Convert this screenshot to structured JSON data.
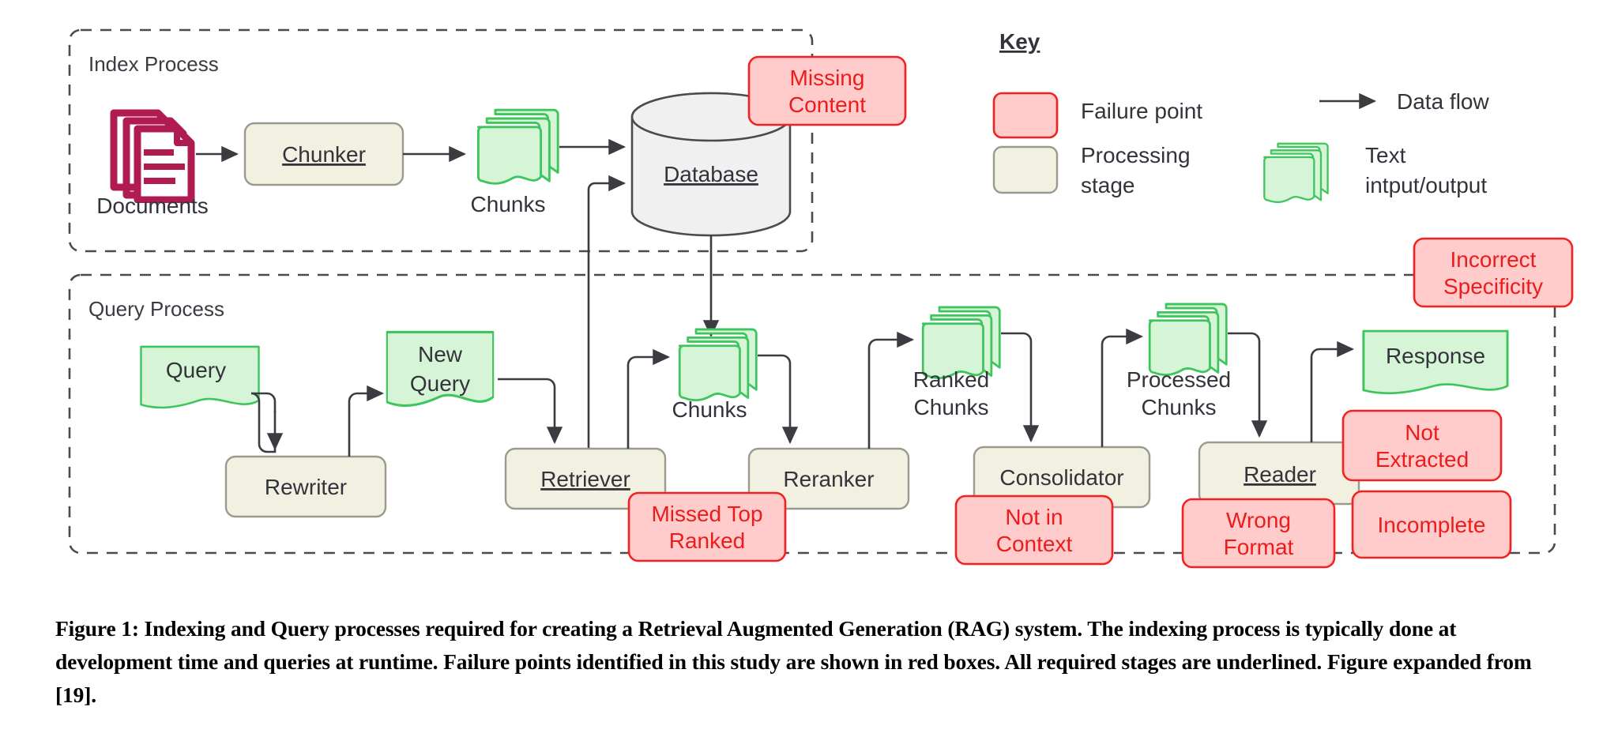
{
  "figure": {
    "caption": "Figure 1: Indexing and Query processes required for creating a Retrieval Augmented Generation (RAG) system. The indexing process is typically done at development time and queries at runtime. Failure points identified in this study are shown in red boxes. All required stages are underlined. Figure expanded from [19]."
  },
  "colors": {
    "failure_fill": "#FFCCCB",
    "failure_stroke": "#F52020",
    "failure_text": "#EC1C1C",
    "stage_fill": "#F2F0E1",
    "stage_stroke": "#9A9A8E",
    "text_fill": "#D6F5D6",
    "text_stroke": "#3FC55E",
    "database_fill": "#F0F0F0",
    "database_stroke": "#4A4A52",
    "documents": "#B01B52",
    "arrow": "#3b3b42",
    "group_border": "#4A4A52"
  },
  "groups": [
    {
      "id": "index-process",
      "label": "Index Process"
    },
    {
      "id": "query-process",
      "label": "Query Process"
    }
  ],
  "index_process": {
    "documents_label": "Documents",
    "chunker_label": "Chunker",
    "chunks_label": "Chunks",
    "database_label": "Database",
    "failure": "Missing\nContent",
    "failure_line1": "Missing",
    "failure_line2": "Content"
  },
  "query_process": {
    "query_label": "Query",
    "rewriter_label": "Rewriter",
    "new_query_line1": "New",
    "new_query_line2": "Query",
    "retriever_label": "Retriever",
    "chunks_label": "Chunks",
    "reranker_label": "Reranker",
    "ranked_chunks_line1": "Ranked",
    "ranked_chunks_line2": "Chunks",
    "consolidator_label": "Consolidator",
    "processed_chunks_line1": "Processed",
    "processed_chunks_line2": "Chunks",
    "reader_label": "Reader",
    "response_label": "Response",
    "failures": {
      "missed_top_ranked_line1": "Missed Top",
      "missed_top_ranked_line2": "Ranked",
      "not_in_context_line1": "Not in",
      "not_in_context_line2": "Context",
      "wrong_format_line1": "Wrong",
      "wrong_format_line2": "Format",
      "not_extracted_line1": "Not",
      "not_extracted_line2": "Extracted",
      "incomplete_line1": "Incomplete",
      "incorrect_specificity_line1": "Incorrect",
      "incorrect_specificity_line2": "Specificity"
    }
  },
  "key": {
    "title": "Key",
    "items": [
      {
        "icon": "failure-swatch",
        "label": "Failure point"
      },
      {
        "icon": "stage-swatch",
        "label_line1": "Processing",
        "label_line2": "stage"
      },
      {
        "icon": "arrow-icon",
        "label": "Data flow"
      },
      {
        "icon": "text-chunks-icon",
        "label_line1": "Text",
        "label_line2": "intput/output"
      }
    ]
  },
  "underlined_stages": [
    "Chunker",
    "Database",
    "Retriever",
    "Reader"
  ]
}
